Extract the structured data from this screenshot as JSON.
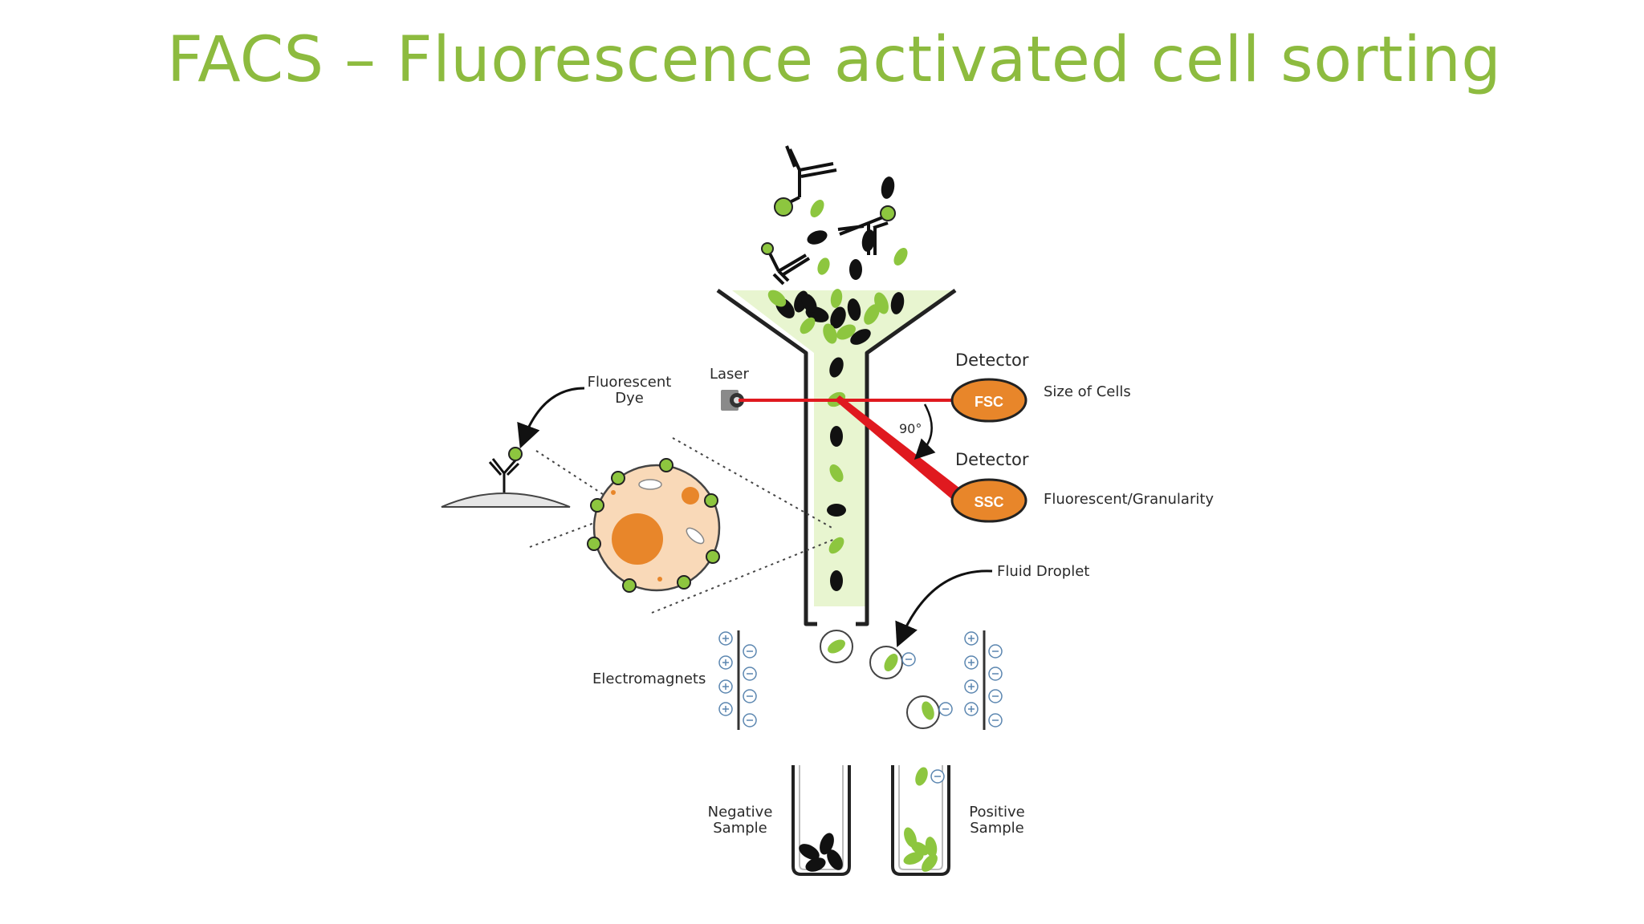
{
  "slide": {
    "title": "FACS – Fluorescence activated cell sorting"
  },
  "diagram": {
    "labels": {
      "fluorescent_dye_line1": "Fluorescent",
      "fluorescent_dye_line2": "Dye",
      "laser": "Laser",
      "detector_top": "Detector",
      "fsc": "FSC",
      "size_of_cells": "Size of Cells",
      "angle": "90°",
      "detector_bottom": "Detector",
      "ssc": "SSC",
      "fluorescent_granularity": "Fluorescent/Granularity",
      "fluid_droplet": "Fluid Droplet",
      "electromagnets": "Electromagnets",
      "negative_sample_line1": "Negative",
      "negative_sample_line2": "Sample",
      "positive_sample_line1": "Positive",
      "positive_sample_line2": "Sample"
    },
    "colors": {
      "title": "#8dbb3f",
      "cell_green": "#8dc63f",
      "channel_fill": "#e8f5d0",
      "laser_red": "#e0191f",
      "detector_orange": "#e8862a",
      "cell_body": "#f9d9b8",
      "nucleus": "#e8862a",
      "electrode_blue": "#5b86b0"
    }
  }
}
